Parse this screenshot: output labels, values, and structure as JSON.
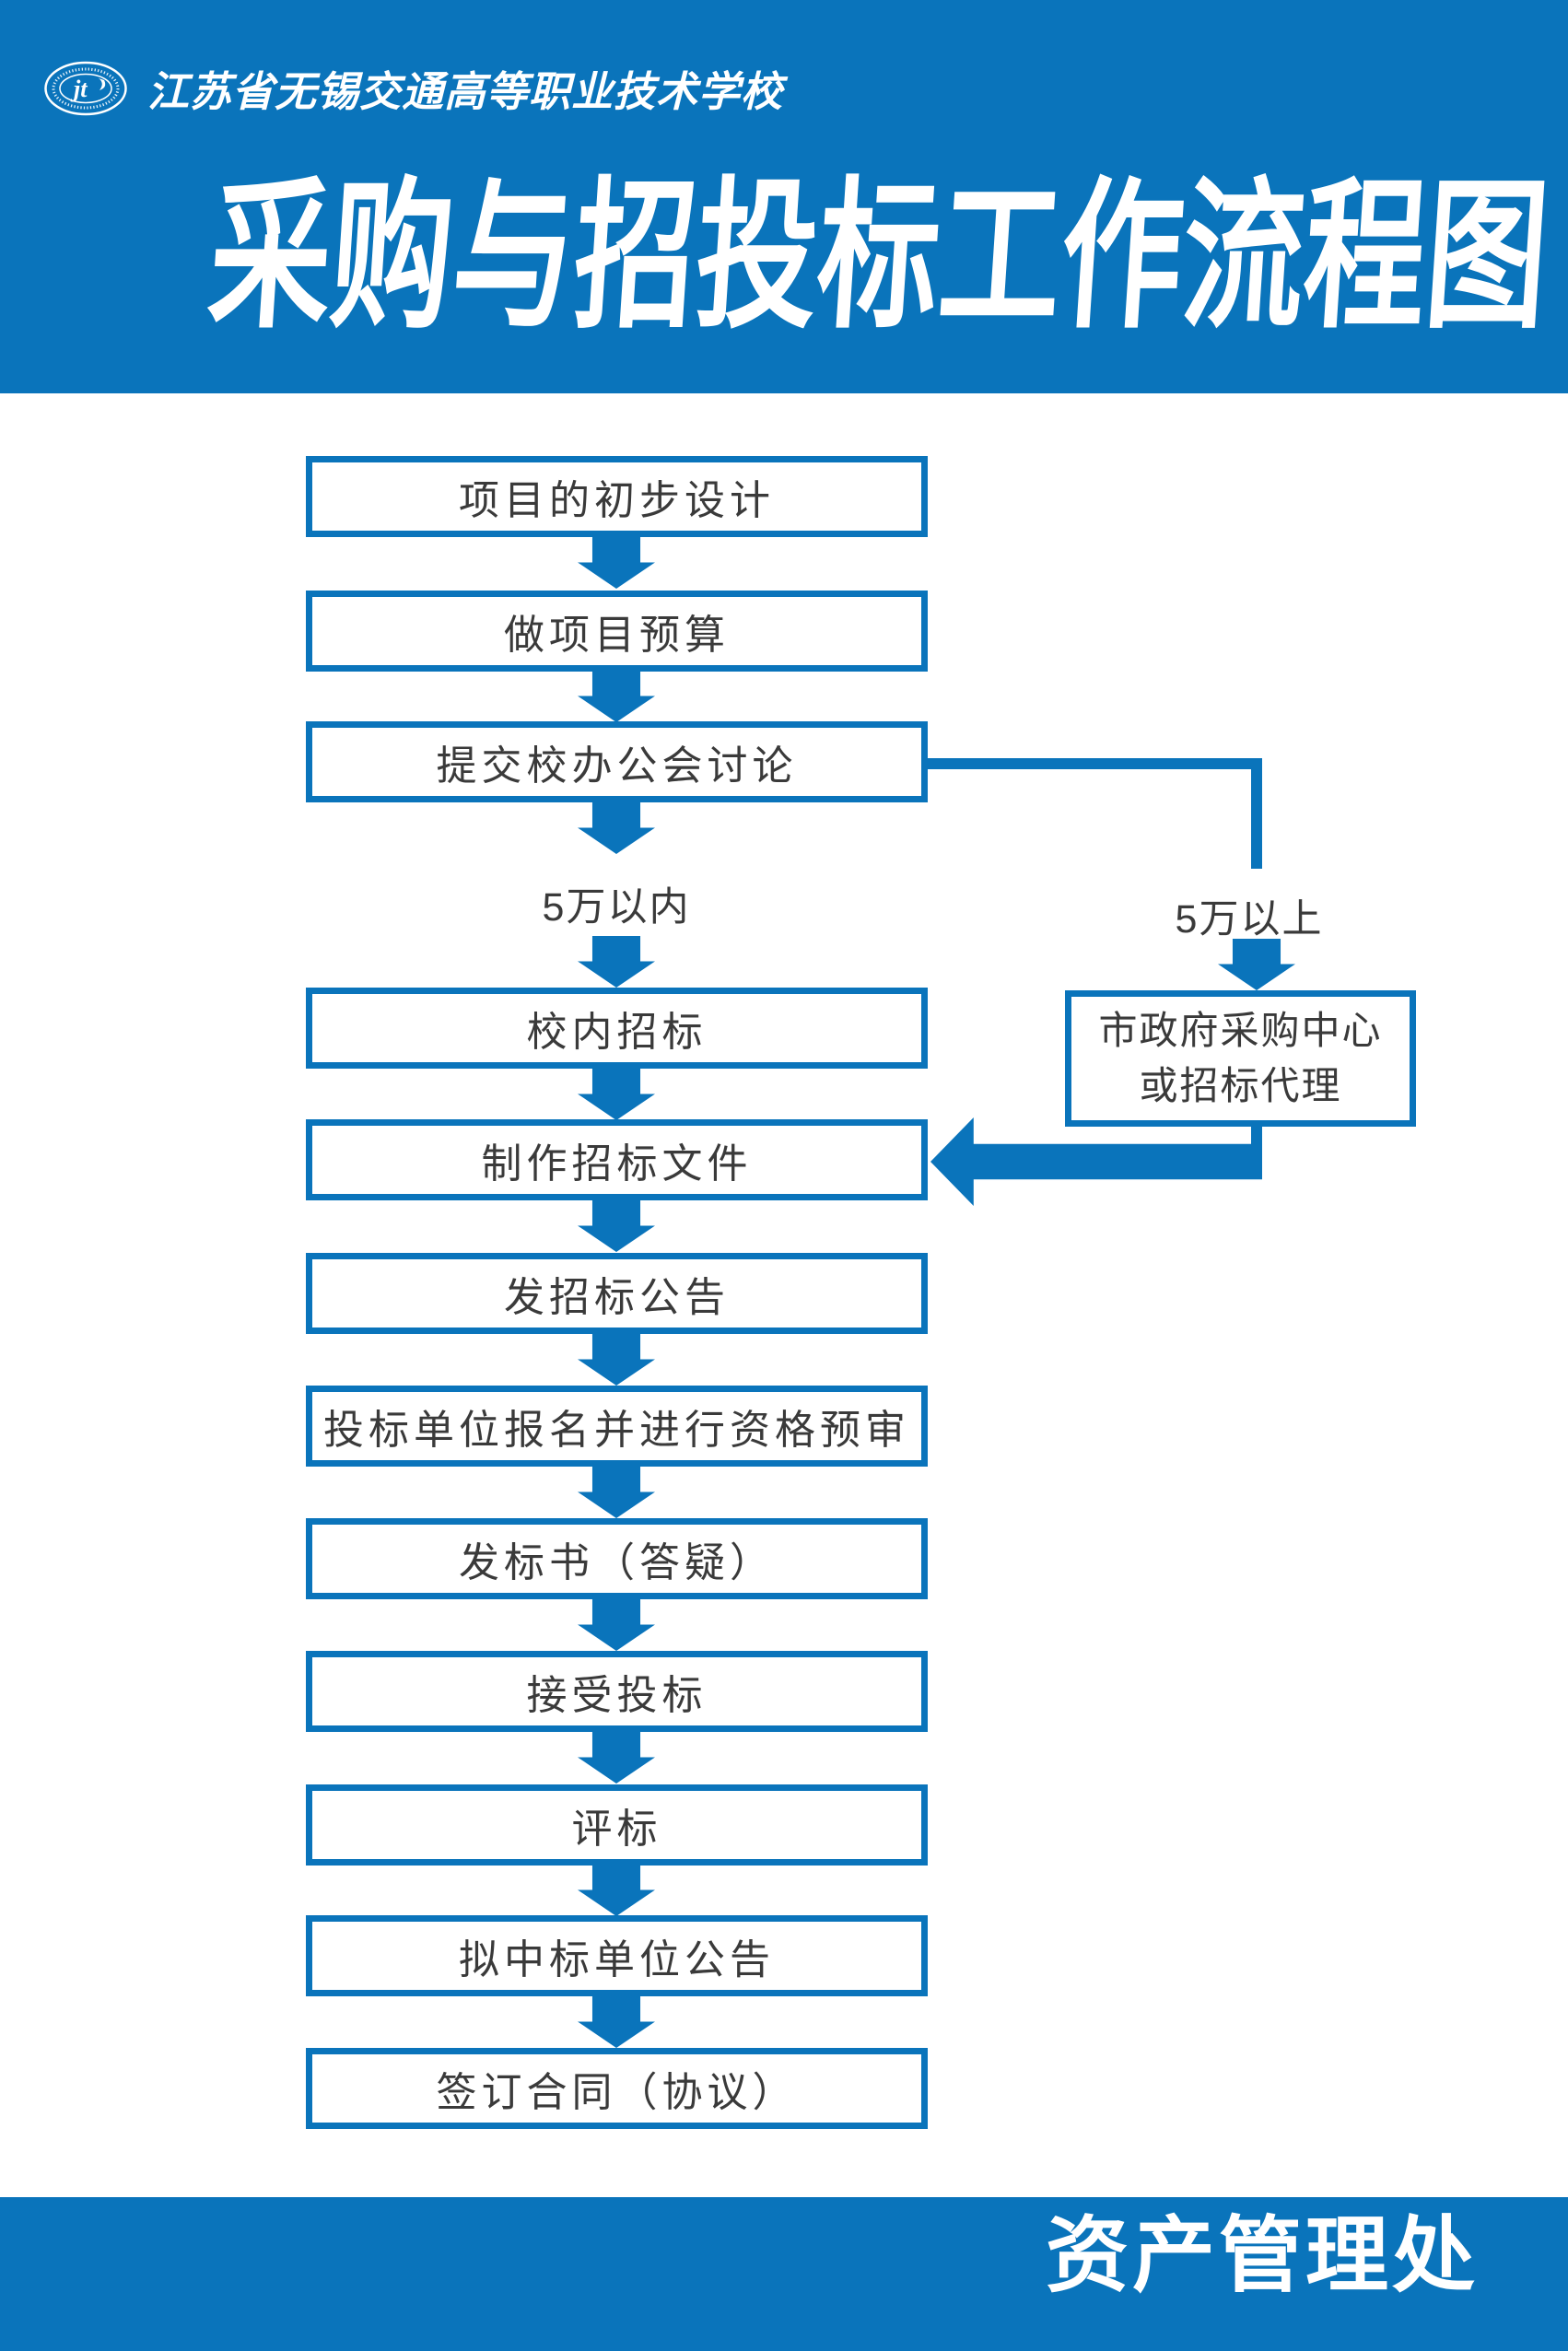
{
  "colors": {
    "primary_blue": "#0a74bb",
    "box_border_blue": "#0a74bb",
    "box_text": "#3a3a3a",
    "background": "#ffffff"
  },
  "header": {
    "logo": "school-seal",
    "school_name": "江苏省无锡交通高等职业技术学校",
    "title": "采购与招投标工作流程图"
  },
  "flow": {
    "main_steps": [
      "项目的初步设计",
      "做项目预算",
      "提交校办公会讨论",
      "校内招标",
      "制作招标文件",
      "发招标公告",
      "投标单位报名并进行资格预审",
      "发标书（答疑）",
      "接受投标",
      "评标",
      "拟中标单位公告",
      "签订合同（协议）"
    ],
    "branch_left_label": "5万以内",
    "branch_right_label": "5万以上",
    "side_box_line1": "市政府采购中心",
    "side_box_line2": "或招标代理"
  },
  "footer": {
    "department": "资产管理处"
  }
}
